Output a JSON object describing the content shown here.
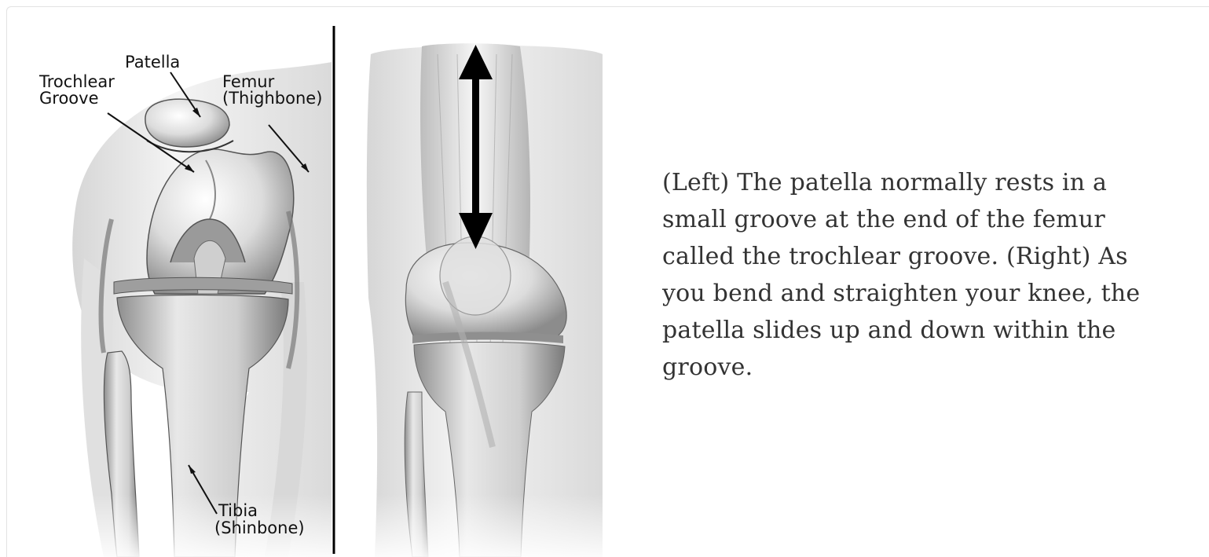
{
  "figure": {
    "left_panel": {
      "labels": {
        "patella": "Patella",
        "trochlear_line1": "Trochlear",
        "trochlear_line2": "Groove",
        "femur_line1": "Femur",
        "femur_line2": "(Thighbone)",
        "tibia_line1": "Tibia",
        "tibia_line2": "(Shinbone)"
      }
    },
    "right_panel": {
      "arrow_icon": "double-headed-vertical-arrow"
    }
  },
  "caption": {
    "text": "(Left) The patella normally rests in a small groove at the end of the femur called the trochlear groove. (Right) As you bend and straighten your knee, the patella slides up and down within the groove."
  },
  "colors": {
    "text": "#333333",
    "label_text": "#111111",
    "divider": "#000000",
    "border": "#e2e2e2"
  }
}
